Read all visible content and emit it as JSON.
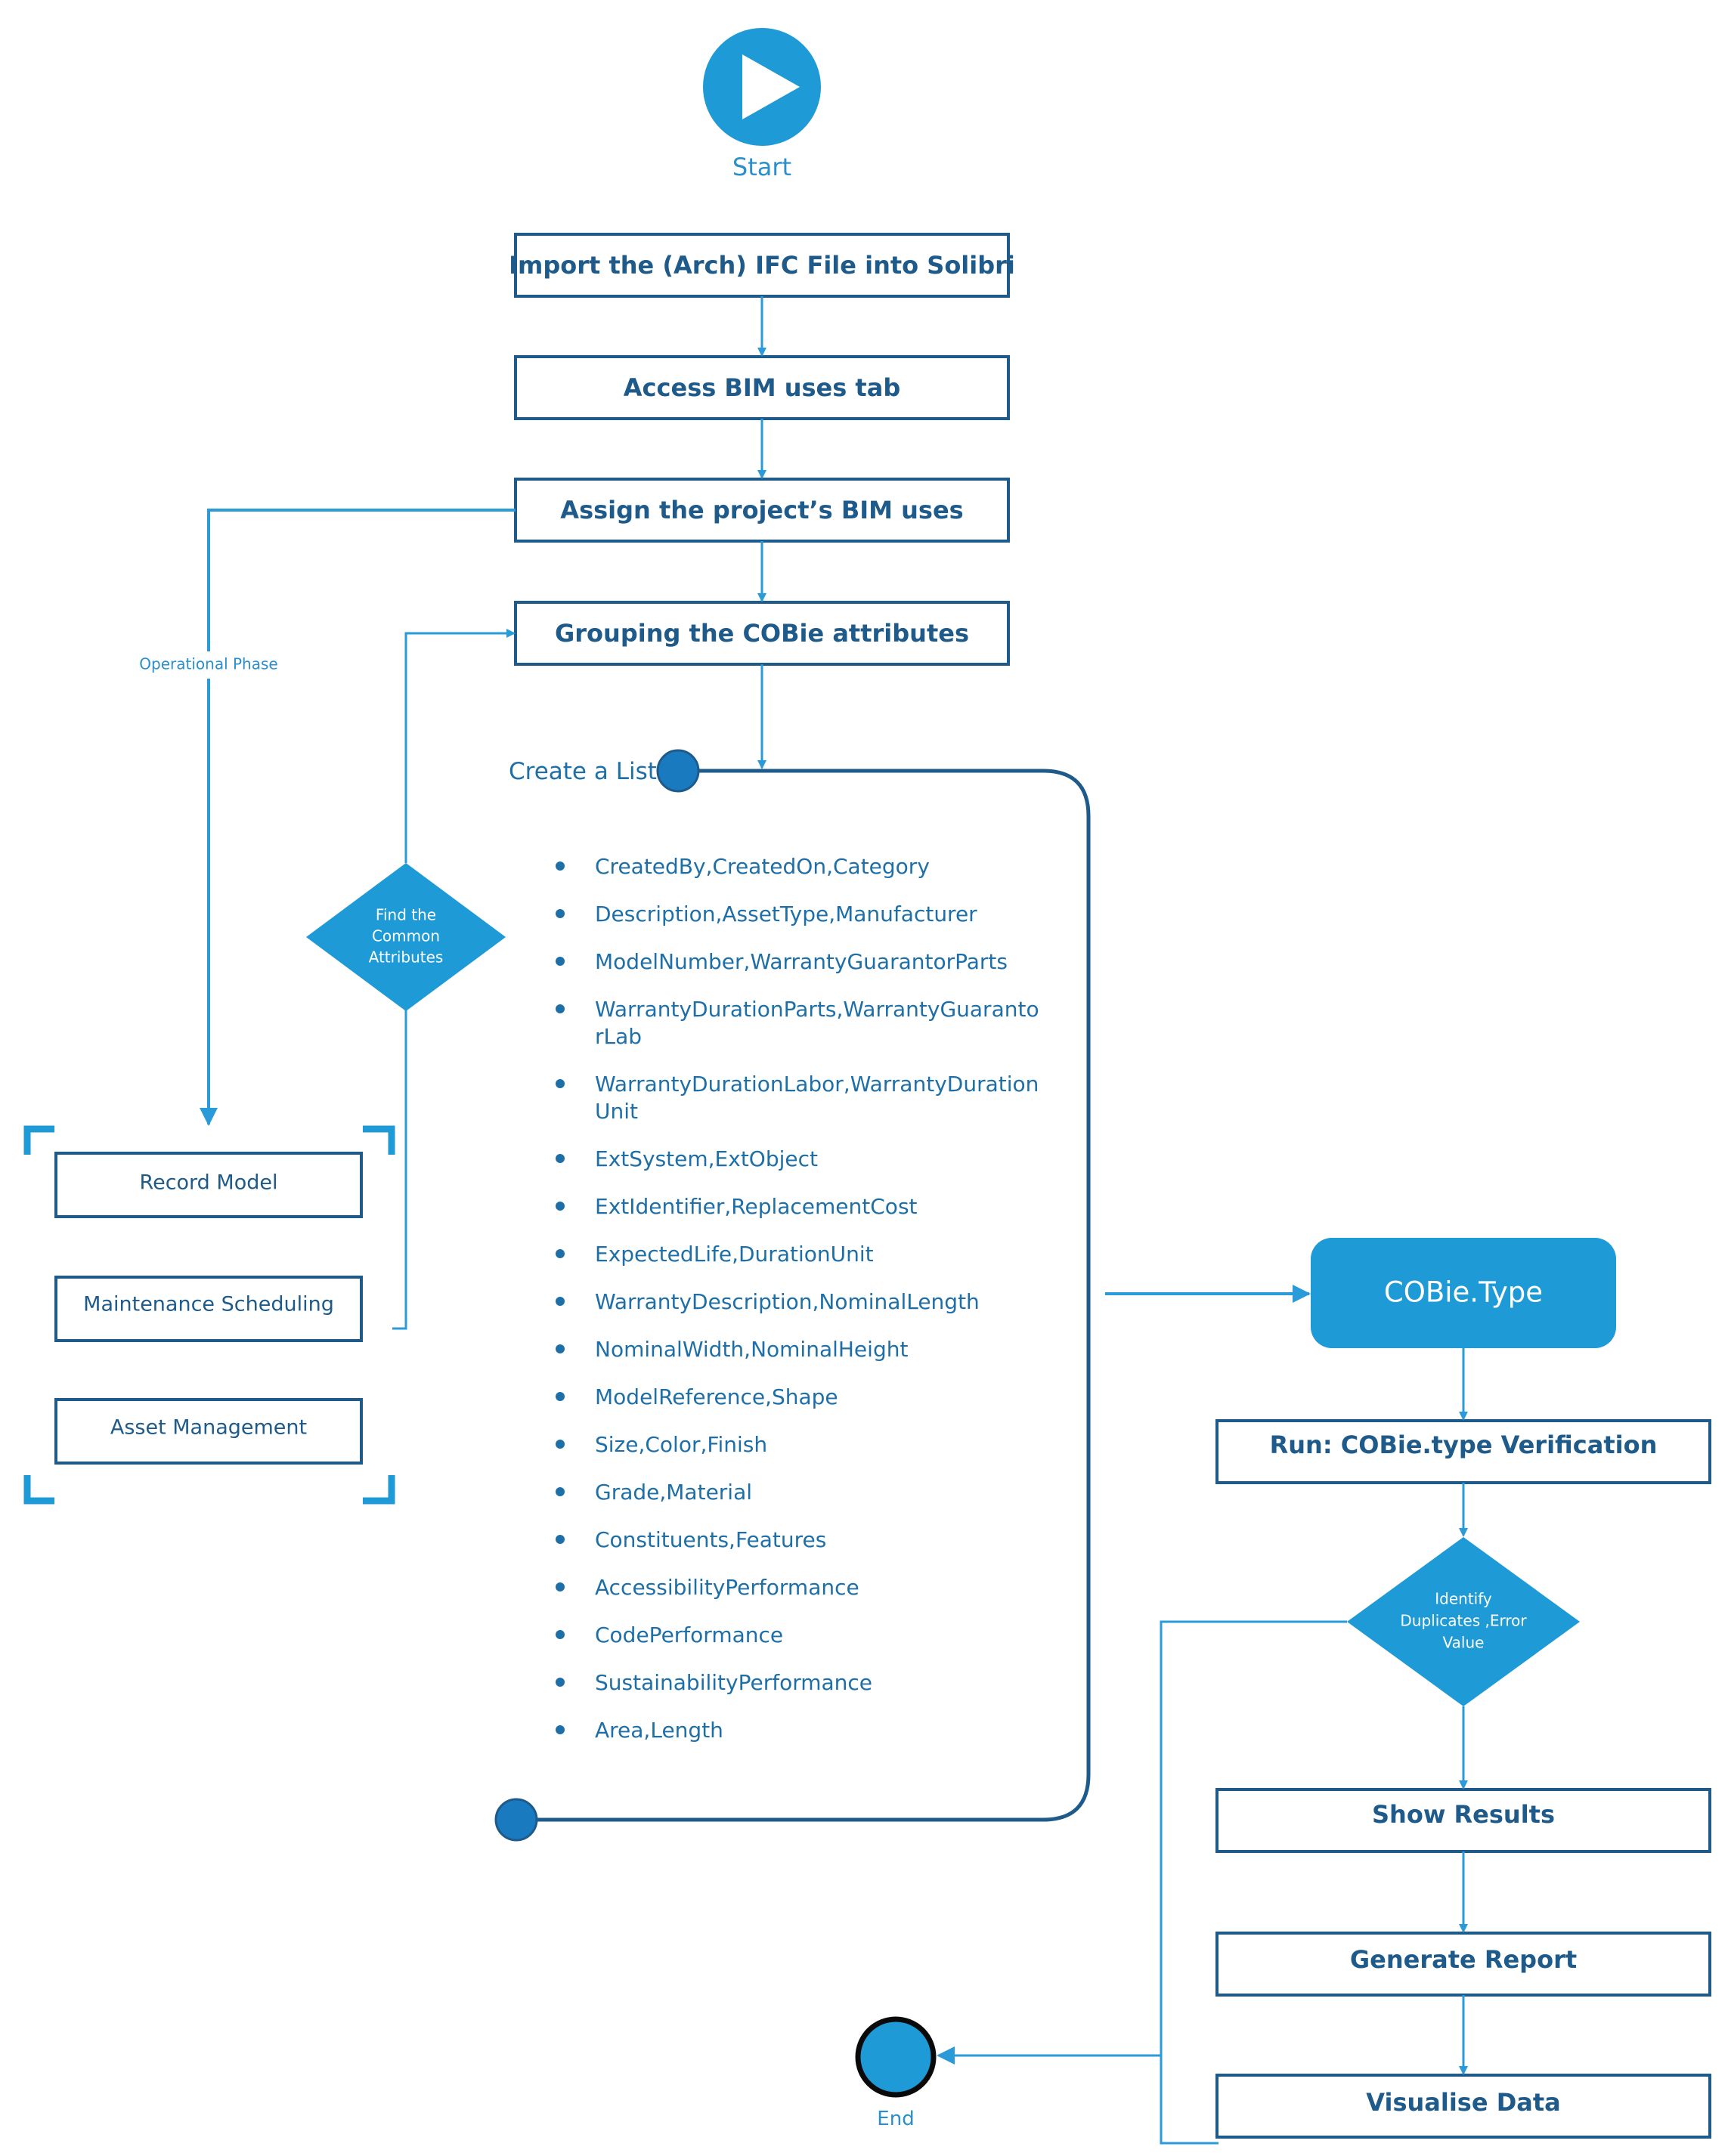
{
  "colors": {
    "box_border": "#1e5a8a",
    "text_dark": "#1e5a8a",
    "text_accent": "#2a8fcc",
    "arrow": "#2a9bd8",
    "fill_accent": "#1e9ad6",
    "node_blue": "#1a7ac0"
  },
  "start": {
    "icon": "play-icon",
    "label": "Start"
  },
  "end": {
    "label": "End"
  },
  "steps": {
    "import": "Import the (Arch) IFC File into Solibri",
    "access": "Access BIM uses tab",
    "assign": "Assign the project’s BIM uses",
    "grouping": "Grouping the COBie attributes",
    "run": "Run: COBie.type Verification",
    "show": "Show Results",
    "report": "Generate Report",
    "visualise": "Visualise Data"
  },
  "operational_phase": "Operational Phase",
  "decision_common": [
    "Find the",
    "Common",
    "Attributes"
  ],
  "decision_identify": [
    "Identify",
    "Duplicates ,Error",
    "Value"
  ],
  "bim_uses": [
    "Record Model",
    "Maintenance Scheduling",
    "Asset Management"
  ],
  "create_list": "Create a List",
  "cobie_type": "COBie.Type",
  "attributes": [
    [
      "CreatedBy,CreatedOn,Category"
    ],
    [
      "Description,AssetType,Manufacturer"
    ],
    [
      "ModelNumber,WarrantyGuarantorParts"
    ],
    [
      "WarrantyDurationParts,WarrantyGuaranto",
      "rLab"
    ],
    [
      "WarrantyDurationLabor,WarrantyDuration",
      "Unit"
    ],
    [
      "ExtSystem,ExtObject"
    ],
    [
      "ExtIdentifier,ReplacementCost"
    ],
    [
      "ExpectedLife,DurationUnit"
    ],
    [
      "WarrantyDescription,NominalLength"
    ],
    [
      "NominalWidth,NominalHeight"
    ],
    [
      "ModelReference,Shape"
    ],
    [
      "Size,Color,Finish"
    ],
    [
      "Grade,Material"
    ],
    [
      "Constituents,Features"
    ],
    [
      "AccessibilityPerformance"
    ],
    [
      "CodePerformance"
    ],
    [
      "SustainabilityPerformance"
    ],
    [
      "Area,Length"
    ]
  ]
}
